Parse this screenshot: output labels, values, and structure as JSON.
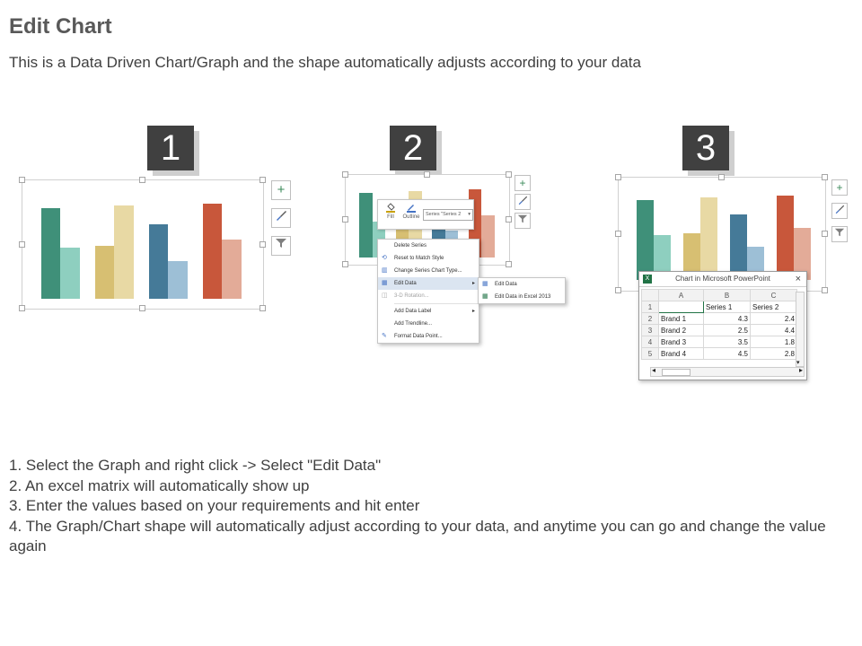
{
  "header": {
    "title": "Edit Chart",
    "subtitle": "This is a Data Driven Chart/Graph and the shape automatically adjusts according to your data"
  },
  "panels": [
    {
      "number": "1"
    },
    {
      "number": "2"
    },
    {
      "number": "3"
    }
  ],
  "colors": {
    "green_dark": "#3f9079",
    "green_light": "#8ecfbf",
    "gold_dark": "#d7bf72",
    "gold_light": "#e8d9a4",
    "blue_dark": "#457a98",
    "blue_light": "#9dbfd6",
    "red_dark": "#c8573b",
    "red_light": "#e3ab98"
  },
  "side_buttons": {
    "plus": "+",
    "brush": "brush-icon",
    "filter": "filter-icon"
  },
  "mini_toolbar": {
    "fill_label": "Fill",
    "outline_label": "Outline",
    "series_select": "Series \"Series 2"
  },
  "context_menu": {
    "items": [
      "Delete Series",
      "Reset to Match Style",
      "Change Series Chart Type...",
      "Edit Data",
      "3-D Rotation...",
      "Add Data Label",
      "Add Trendline...",
      "Format Data Point..."
    ],
    "submenu": [
      "Edit Data",
      "Edit Data in Excel 2013"
    ]
  },
  "excel": {
    "title": "Chart in Microsoft PowerPoint",
    "columns": [
      "A",
      "B",
      "C"
    ],
    "header_row": [
      "",
      "Series 1",
      "Series 2"
    ],
    "rows": [
      {
        "label": "Brand 1",
        "s1": "4.3",
        "s2": "2.4"
      },
      {
        "label": "Brand 2",
        "s1": "2.5",
        "s2": "4.4"
      },
      {
        "label": "Brand 3",
        "s1": "3.5",
        "s2": "1.8"
      },
      {
        "label": "Brand 4",
        "s1": "4.5",
        "s2": "2.8"
      }
    ],
    "row_numbers": [
      "1",
      "2",
      "3",
      "4",
      "5"
    ]
  },
  "chart_data": {
    "type": "bar",
    "categories": [
      "Brand 1",
      "Brand 2",
      "Brand 3",
      "Brand 4"
    ],
    "series": [
      {
        "name": "Series 1",
        "values": [
          4.3,
          2.5,
          3.5,
          4.5
        ]
      },
      {
        "name": "Series 2",
        "values": [
          2.4,
          4.4,
          1.8,
          2.8
        ]
      }
    ],
    "ylim": [
      0,
      5
    ]
  },
  "steps": [
    "1. Select the Graph and right click -> Select \"Edit Data\"",
    "2. An excel matrix will automatically show up",
    "3. Enter the values based on your requirements and hit enter",
    "4. The Graph/Chart shape will automatically adjust according to your data, and anytime you can go and change the value again"
  ]
}
